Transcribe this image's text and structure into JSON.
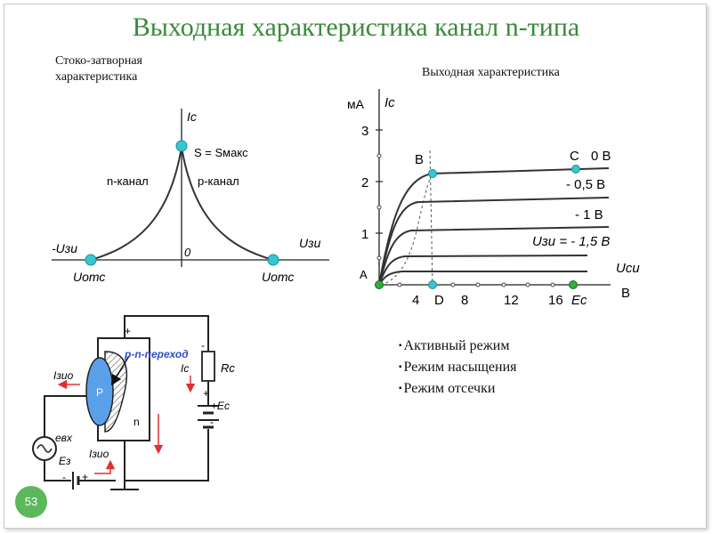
{
  "title": "Выходная характеристика канал n-типа",
  "left_caption": [
    "Стоко-затворная",
    "характеристика"
  ],
  "right_caption": "Выходная характеристика",
  "transfer": {
    "y_axis": "Iс",
    "x_neg": "-Uзи",
    "x_pos": "Uзи",
    "origin": "0",
    "peak_label": "S = Sмакс",
    "left_branch": "n-канал",
    "right_branch": "р-канал",
    "left_cutoff": "Uотс",
    "right_cutoff": "Uотс"
  },
  "output": {
    "y_unit": "мА",
    "y_axis": "Iс",
    "x_axis": "Uси",
    "x_unit": "В",
    "y_ticks": [
      "1",
      "2",
      "3"
    ],
    "x_ticks": [
      "4",
      "8",
      "12",
      "16"
    ],
    "point_A": "A",
    "point_B": "B",
    "point_C": "C",
    "point_D": "D",
    "point_Ec": "Ec",
    "curve_labels": [
      "0 В",
      "- 0,5 В",
      "- 1 В",
      "Uзи = - 1,5 В"
    ]
  },
  "circuit": {
    "pn_label": "р-n-переход",
    "p_label": "P",
    "n_label": "n",
    "plus_top": "+",
    "minus_top": "-",
    "ic": "Iс",
    "rc": "Rс",
    "plus_mid": "+",
    "ec": "+Eс",
    "minus_bottom": "-",
    "izio_left": "Iзио",
    "evx": "eвх",
    "ez": "Eз",
    "izio_bottom": "Iзио",
    "minus_src": "-",
    "plus_src": "+"
  },
  "bullets": [
    "Активный режим",
    "Режим насыщения",
    "Режим отсечки"
  ],
  "slide_number": "53",
  "colors": {
    "title": "#3a8a3a",
    "marker": "#36c6d3",
    "green_marker": "#2eae3e",
    "arrow": "#e03030",
    "pn": "#3050c8",
    "badge": "#5cb85c"
  }
}
